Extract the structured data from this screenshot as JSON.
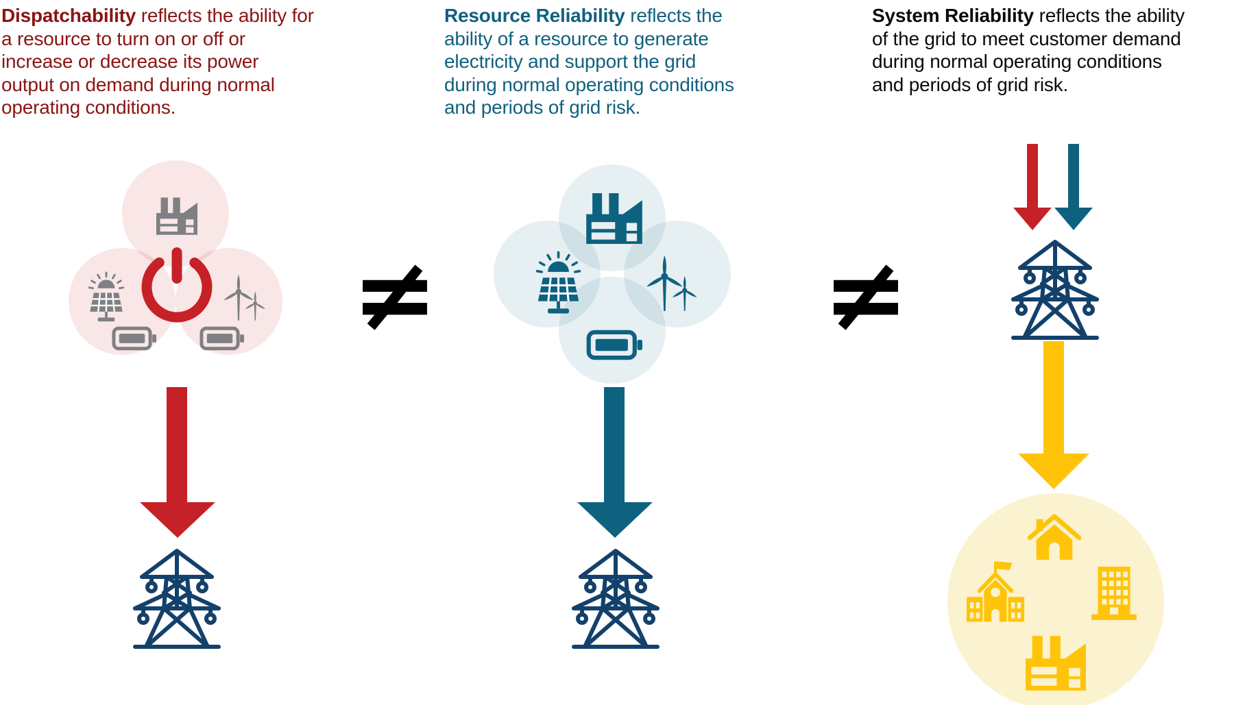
{
  "palette": {
    "dispatchability_text": "#8A1414",
    "red_accent": "#C62127",
    "resource_reliability_text": "#10617F",
    "teal_accent": "#0E6280",
    "navy_tower": "#14416B",
    "black_text": "#0A0A0A",
    "gray_icons": "#7E8083",
    "yellow_accent": "#FFC40A",
    "pale_pink_circle": "#F9E3E3",
    "pale_blue_circle": "#E7EFF2",
    "pale_yellow_circle": "#FBF2CF"
  },
  "separators": [
    {
      "symbol": "≠"
    },
    {
      "symbol": "≠"
    }
  ],
  "columns": [
    {
      "id": "dispatchability",
      "line1_lead": "Dispatchability",
      "line1_rest": " reflects the ability for",
      "lines": [
        "a resource to turn on or off or",
        "increase or decrease its power",
        "output on demand during normal",
        "operating conditions."
      ],
      "icons": [
        "factory-icon",
        "solar-panel-icon",
        "wind-turbine-icon",
        "battery-icon",
        "battery-icon",
        "power-button-icon",
        "down-arrow",
        "transmission-tower-icon"
      ]
    },
    {
      "id": "resource-reliability",
      "line1_lead": "Resource Reliability",
      "line1_rest": " reflects the",
      "lines": [
        "ability of a resource to generate",
        "electricity and support the grid",
        "during normal operating conditions",
        "and periods of grid risk."
      ],
      "icons": [
        "factory-icon",
        "solar-panel-icon",
        "wind-turbine-icon",
        "battery-icon",
        "down-arrow",
        "transmission-tower-icon"
      ]
    },
    {
      "id": "system-reliability",
      "line1_lead": "System Reliability",
      "line1_rest": " reflects the ability",
      "lines": [
        "of the grid to meet customer demand",
        "during normal operating conditions",
        "and periods of grid risk."
      ],
      "icons": [
        "down-arrow",
        "down-arrow",
        "transmission-tower-icon",
        "down-arrow",
        "house-icon",
        "school-icon",
        "office-building-icon",
        "factory-icon"
      ]
    }
  ]
}
